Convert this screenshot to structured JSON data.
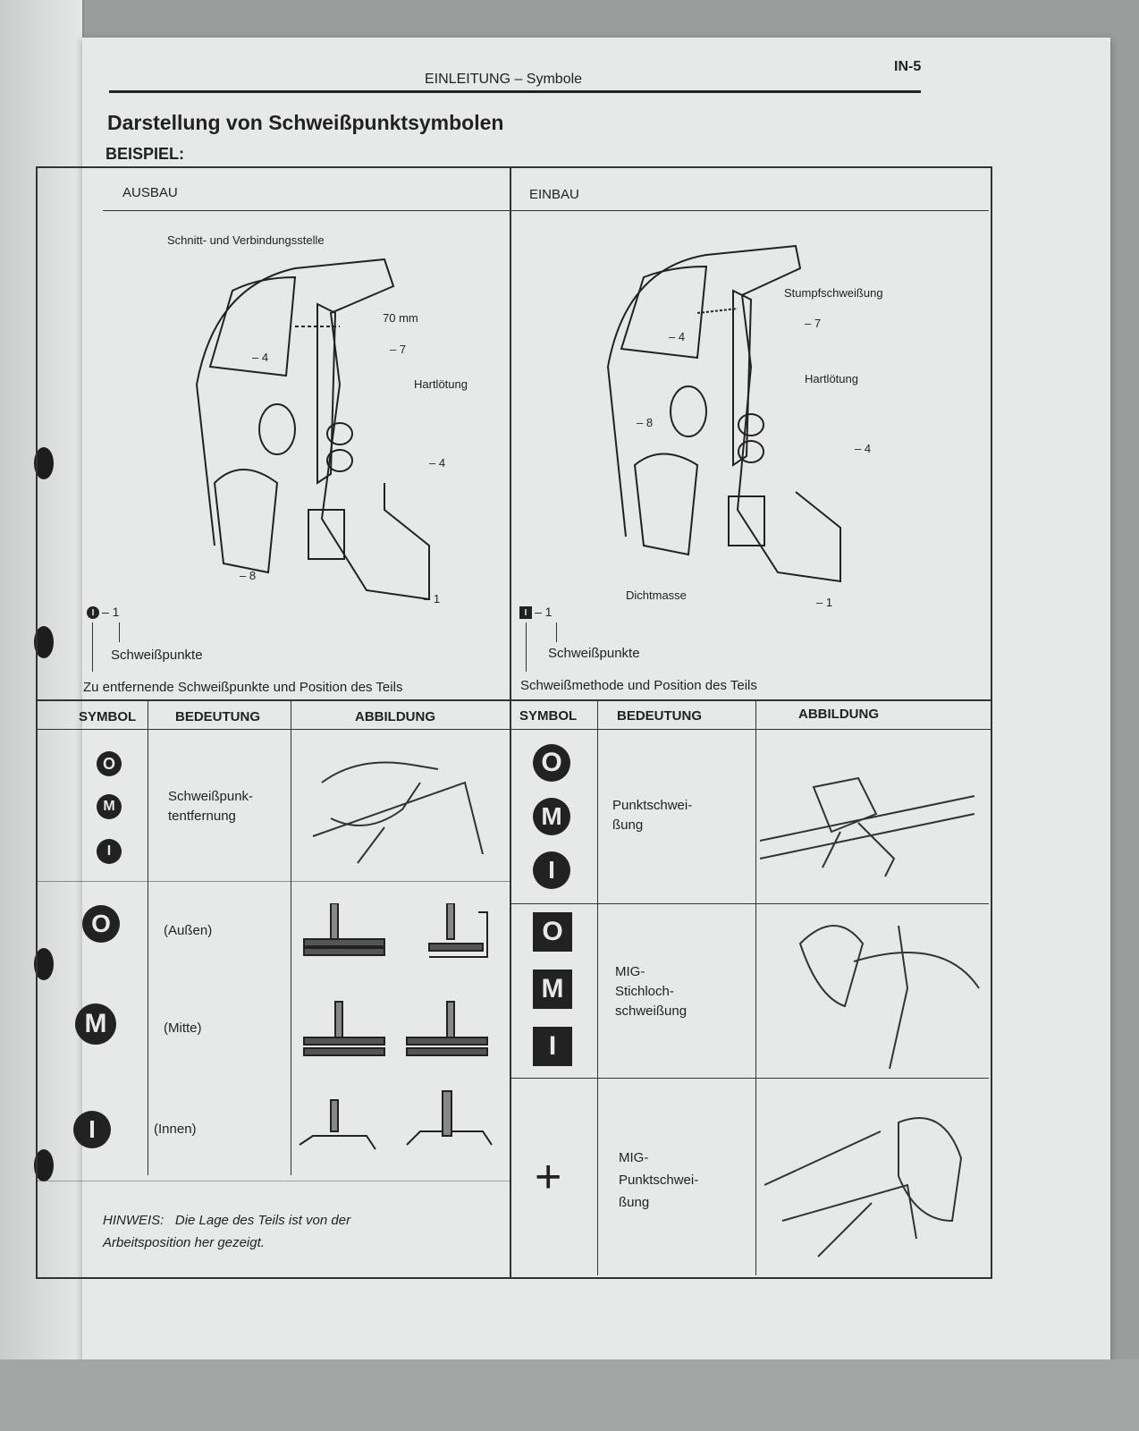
{
  "header": {
    "section": "EINLEITUNG – Symbole",
    "page": "IN-5"
  },
  "title": "Darstellung von Schweißpunktsymbolen",
  "example_label": "BEISPIEL:",
  "ausbau": {
    "heading": "AUSBAU",
    "callouts": {
      "cut": "Schnitt- und Verbindungsstelle",
      "dim": "70 mm",
      "braze": "Hartlötung",
      "o4": "– 4",
      "o7": "– 7",
      "m4": "– 4",
      "o8": "– 8",
      "i1": "– 1"
    },
    "legend_code": "– 1",
    "legend_points": "Schweißpunkte",
    "legend_caption": "Zu entfernende Schweißpunkte und Position des Teils"
  },
  "einbau": {
    "heading": "EINBAU",
    "callouts": {
      "butt": "Stumpfschweißung",
      "o7": "– 7",
      "o4": "– 4",
      "braze": "Hartlötung",
      "o8": "– 8",
      "m4": "– 4",
      "seal": "Dichtmasse",
      "i1": "– 1"
    },
    "legend_code": "– 1",
    "legend_points": "Schweißpunkte",
    "legend_caption": "Schweißmethode und Position des Teils"
  },
  "table_headers": {
    "symbol": "SYMBOL",
    "meaning": "BEDEUTUNG",
    "figure": "ABBILDUNG"
  },
  "symbols": {
    "O": "O",
    "M": "M",
    "I": "I",
    "plus": "+"
  },
  "left_rows": {
    "removal": "Schweißpunk-\ntentfernung",
    "outer": "(Außen)",
    "middle": "(Mitte)",
    "inner": "(Innen)"
  },
  "right_rows": {
    "spot": "Punktschwei-\nßung",
    "plug": "MIG-\nStichloch-\nschweißung",
    "migspot": "MIG-\nPunktschwei-\nßung"
  },
  "note": {
    "label": "HINWEIS:",
    "text": "Die Lage des Teils ist von der\nArbeitsposition her gezeigt."
  }
}
